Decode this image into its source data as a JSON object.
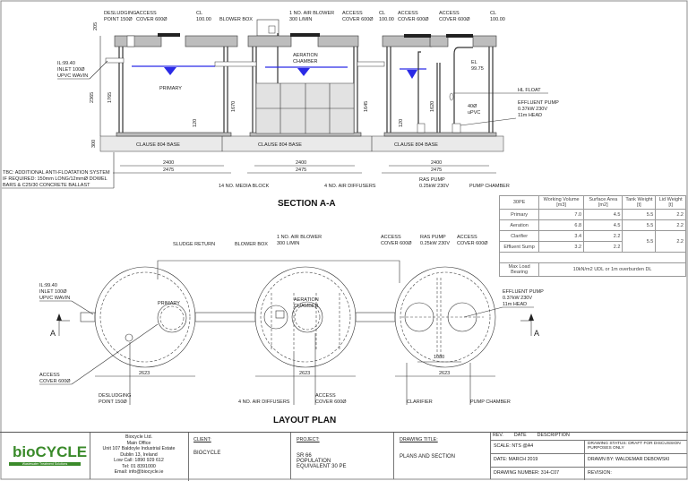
{
  "section": {
    "title": "SECTION A-A",
    "labels": {
      "desludging": "DESLUDGING\nPOINT 150Ø",
      "desludging_1": "DESLUDGING",
      "desludging_2": "POINT 150Ø",
      "access_cover_1": "ACCESS",
      "access_cover_2": "COVER 600Ø",
      "cl_1": "CL",
      "cl_2": "100.00",
      "blower_box": "BLOWER BOX",
      "air_blower_1": "1 NO. AIR BLOWER",
      "air_blower_2": "300 L/MIN",
      "inlet_1": "IL:99.40",
      "inlet_2": "INLET 100Ø",
      "inlet_3": "UPVC WAVIN",
      "primary": "PRIMARY",
      "aeration_1": "AERATION",
      "aeration_2": "CHAMBER",
      "el_1": "EL",
      "el_2": "99.75",
      "hl_float": "HL FLOAT",
      "pipe_1": "40Ø",
      "pipe_2": "uPVC",
      "effluent_pump_1": "EFFLUENT PUMP",
      "effluent_pump_2": "0.37kW 230V",
      "effluent_pump_3": "11m HEAD",
      "base": "CLAUSE 804 BASE",
      "dim_205": "205",
      "dim_2365": "2365",
      "dim_1765": "1765",
      "dim_1670": "1670",
      "dim_1645": "1645",
      "dim_1620": "1620",
      "dim_120": "120",
      "dim_300": "300",
      "dim_2400": "2400",
      "dim_2475": "2475",
      "note_1": "TBC: ADDITIONAL ANTI-FLOATATION SYSTEM",
      "note_2": "IF REQUIRED: 150mm LONG/12mmØ DOWEL",
      "note_3": "BARS & C25/30 CONCRETE BALLAST",
      "media_block": "14 NO. MEDIA BLOCK",
      "air_diffusers": "4 NO. AIR DIFFUSERS",
      "ras_pump_1": "RAS PUMP",
      "ras_pump_2": "0.25kW 230V",
      "pump_chamber": "PUMP CHAMBER"
    }
  },
  "plan": {
    "title": "LAYOUT PLAN",
    "labels": {
      "sludge_return": "SLUDGE RETURN",
      "blower_box": "BLOWER BOX",
      "air_blower_1": "1 NO. AIR BLOWER",
      "air_blower_2": "300 L/MIN",
      "access_cover_1": "ACCESS",
      "access_cover_2": "COVER 600Ø",
      "ras_pump_1": "RAS PUMP",
      "ras_pump_2": "0.25kW 230V",
      "inlet_1": "IL:99.40",
      "inlet_2": "INLET 100Ø",
      "inlet_3": "UPVC WAVIN",
      "primary": "PRIMARY",
      "aeration_1": "AERATION",
      "aeration_2": "CHAMBER",
      "effluent_pump_1": "EFFLUENT PUMP",
      "effluent_pump_2": "0.37kW 230V",
      "effluent_pump_3": "11m HEAD",
      "section_marker": "A",
      "dim_1080": "1080",
      "dim_2623": "2623",
      "desludging_1": "DESLUDGING",
      "desludging_2": "POINT 150Ø",
      "air_diffusers": "4 NO. AIR DIFFUSERS",
      "clarifier": "CLARIFIER",
      "pump_chamber": "PUMP CHAMBER"
    }
  },
  "table": {
    "headers": [
      "30PE",
      "Working Volume [m3]",
      "Surface Area [m2]",
      "Tank Weight [t]",
      "Lid Weight [t]"
    ],
    "rows": [
      {
        "name": "Primary",
        "volume": "7.0",
        "area": "4.5",
        "tank": "5.5",
        "lid": "2.2"
      },
      {
        "name": "Aeration",
        "volume": "6.8",
        "area": "4.5",
        "tank": "5.5",
        "lid": "2.2"
      },
      {
        "name": "Clarifier",
        "volume": "3.4",
        "area": "2.2",
        "tank": "5.5",
        "lid": "2.2"
      },
      {
        "name": "Effluent Sump",
        "volume": "3.2",
        "area": "2.2"
      }
    ],
    "load_label": "Max Load Bearing",
    "load_value": "10kN/m2 UDL or 1m overburden DL"
  },
  "titleblock": {
    "logo": "bioCYCLE",
    "logo_tagline": "Wastewater Treatment Solutions",
    "company": [
      "Biocycle Ltd.",
      "Main Office",
      "Unit 107 Baldoyle Industrial Estate",
      "Dublin 13, Ireland",
      "Low Call: 1890 929 612",
      "Tel: 01 8391000",
      "Email: info@biocycle.ie"
    ],
    "client_label": "CLIENT:",
    "client": "BIOCYCLE",
    "project_label": "PROJECT:",
    "project": [
      "SR 66",
      "POPULATION",
      "EQUIVALENT 30 PE"
    ],
    "drawing_title_label": "DRAWING TITLE:",
    "drawing_title": "PLANS AND SECTION",
    "rev_label": "REV.",
    "date_col_label": "DATE",
    "description_label": "DESCRIPTION",
    "scale": "SCALE:    NTS @A4",
    "status": "DRAWING STATUS:  DRAFT FOR DISCUSSION PURPOSES ONLY",
    "date": "DATE:      MARCH 2019",
    "drawn_by": "DRAWN BY: WALDEMAR DEBOWSKI",
    "drawing_number": "DRAWING NUMBER: 314-C07",
    "revision": "REVISION:"
  },
  "colors": {
    "water": "#2a2ae6",
    "logo_green": "#3a8a2a"
  }
}
